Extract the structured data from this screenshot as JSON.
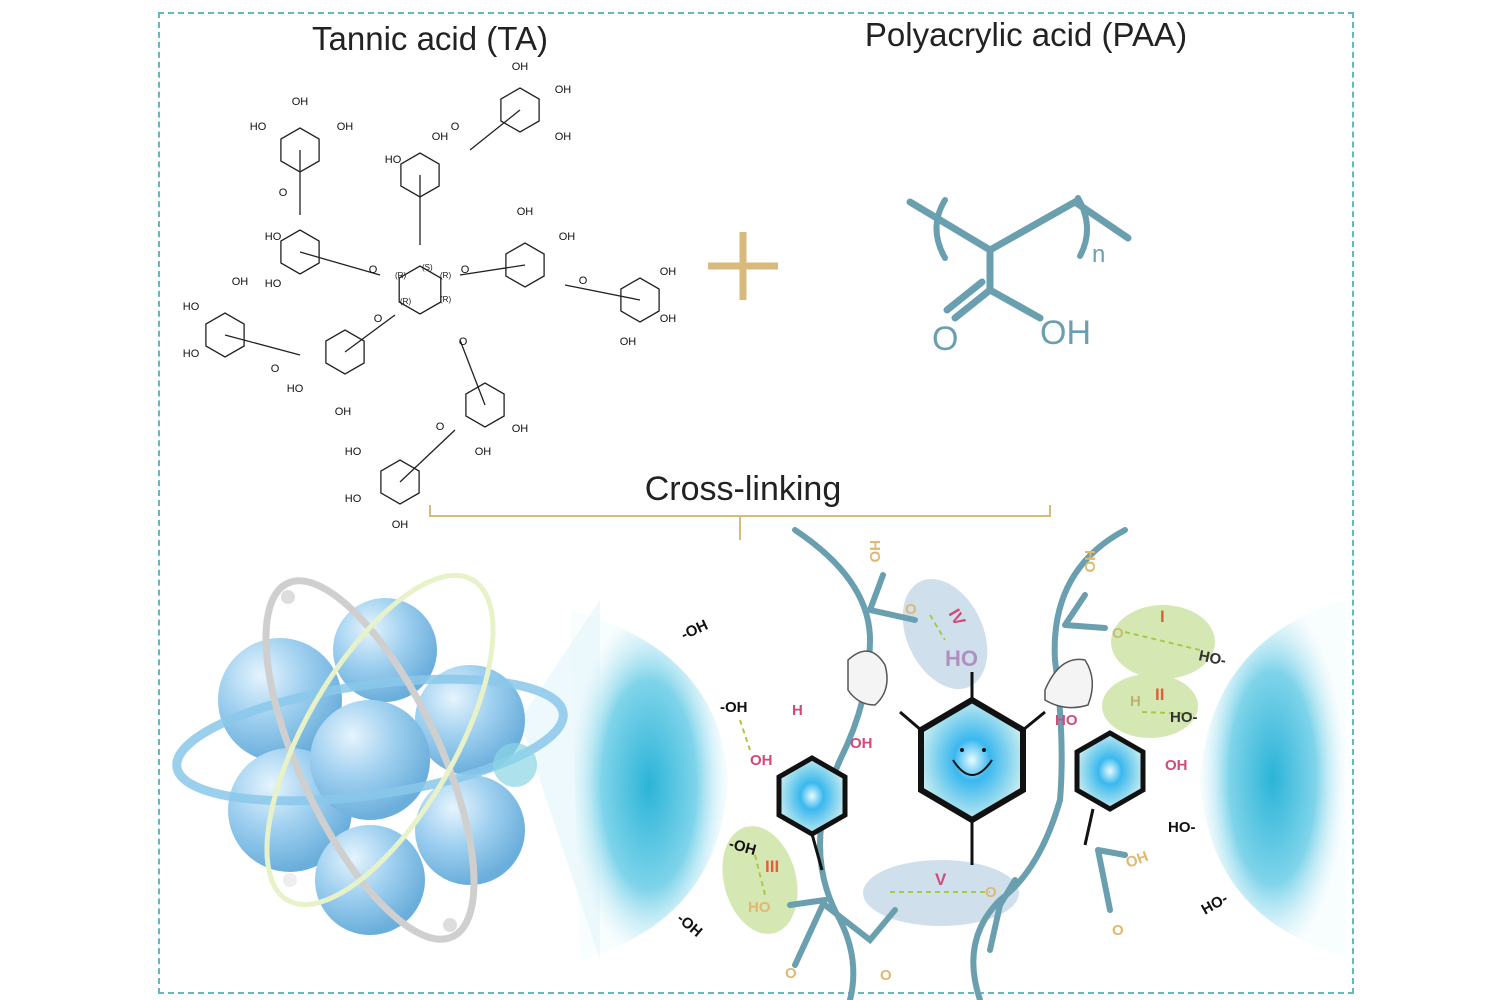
{
  "titles": {
    "ta": "Tannic acid (TA)",
    "paa": "Polyacrylic acid (PAA)",
    "crosslink": "Cross-linking"
  },
  "ta_structure": {
    "oh": "OH",
    "ho": "HO",
    "o": "O",
    "stereo": [
      "(R)",
      "(S)",
      "(R)",
      "(R)",
      "(R)"
    ]
  },
  "paa_structure": {
    "n": "n",
    "o": "O",
    "oh": "OH"
  },
  "plus": "+",
  "interactions": {
    "i": "I",
    "ii": "II",
    "iii": "III",
    "iv": "IV",
    "v": "V"
  },
  "groups": {
    "oh": "-OH",
    "ho": "HO-",
    "oh_plain": "OH",
    "ho_plain": "HO",
    "h": "H",
    "o": "O"
  },
  "colors": {
    "frame": "#62b9c2",
    "paa": "#6a9fb0",
    "plus": "#d8ba7c",
    "green_zone": "#d5e8b4",
    "blue_zone": "#cfe0ec",
    "roman_red": "#e0603a",
    "roman_pink": "#d04a7a"
  }
}
